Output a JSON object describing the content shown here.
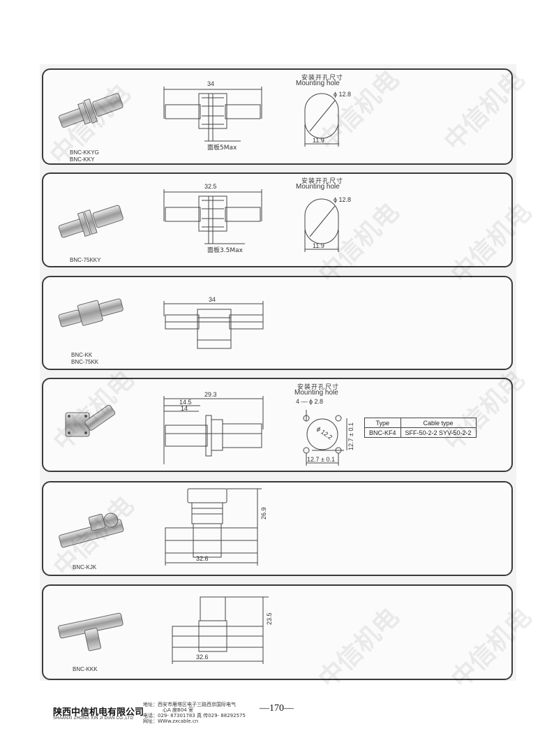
{
  "hole": {
    "cn": "安装开孔尺寸",
    "en": "Mounting hole"
  },
  "watermark": "中信机电",
  "panels": [
    {
      "models": [
        "BNC-KKYG",
        "BNC-KKY"
      ],
      "dims": {
        "length": "34",
        "hole_dia": "ϕ 12.8",
        "flat": "11.9",
        "panel": "面板5Max"
      }
    },
    {
      "models": [
        "BNC-75KKY"
      ],
      "dims": {
        "length": "32.5",
        "hole_dia": "ϕ 12.8",
        "flat": "11.9",
        "panel": "面板3.5Max"
      }
    },
    {
      "models": [
        "BNC-KK",
        "BNC-75KK"
      ],
      "dims": {
        "length": "34"
      }
    },
    {
      "models": [],
      "dims": {
        "length": "29.3",
        "d1": "14.5",
        "d2": "14",
        "holes": "4 — ϕ 2.8",
        "pcd": "ϕ 12.2",
        "pitch_v": "12.7 ± 0.1",
        "pitch_h": "12.7 ± 0.1"
      },
      "table": {
        "headers": [
          "Type",
          "Cable type"
        ],
        "rows": [
          [
            "BNC-KF4",
            "SFF-50-2-2   SYV-50-2-2"
          ]
        ]
      }
    },
    {
      "models": [
        "BNC-KJK"
      ],
      "dims": {
        "height": "26.9",
        "width": "32.6"
      }
    },
    {
      "models": [
        "BNC-KKK"
      ],
      "dims": {
        "height": "23.5",
        "width": "32.6"
      }
    }
  ],
  "footer": {
    "company_cn": "陕西中信机电有限公司",
    "company_en": "SHAANXI ZHONG XIN JI DIAN CO.,LTD",
    "address_1": "地址：西安市雁塔区电子三路西京国际电气",
    "address_2": "心A 座B04 室",
    "phone": "电话：029- 87301783    真 传029- 88292575",
    "website": "网址：WWw.zxcable.cn",
    "page_number": "—170—"
  }
}
